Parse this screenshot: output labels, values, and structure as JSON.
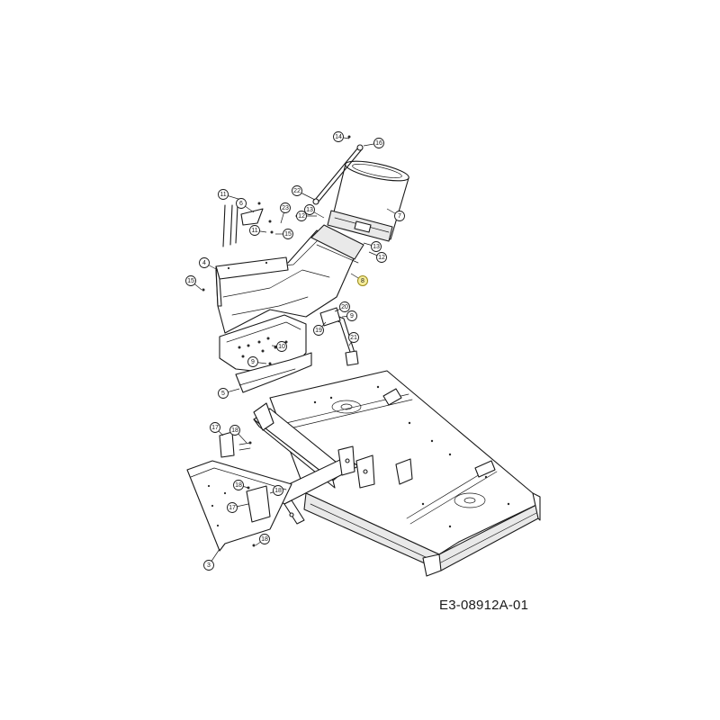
{
  "diagram": {
    "document_code": "E3-08912A-01",
    "callouts": [
      {
        "id": "c14",
        "label": "14"
      },
      {
        "id": "c16",
        "label": "16"
      },
      {
        "id": "c22",
        "label": "22"
      },
      {
        "id": "c7",
        "label": "7"
      },
      {
        "id": "c11",
        "label": "11"
      },
      {
        "id": "c6a",
        "label": "6"
      },
      {
        "id": "c23",
        "label": "23"
      },
      {
        "id": "c12a",
        "label": "12"
      },
      {
        "id": "c13a",
        "label": "13"
      },
      {
        "id": "c11b",
        "label": "11"
      },
      {
        "id": "c15a",
        "label": "15"
      },
      {
        "id": "c13b",
        "label": "13"
      },
      {
        "id": "c12b",
        "label": "12"
      },
      {
        "id": "c4",
        "label": "4"
      },
      {
        "id": "c15b",
        "label": "15"
      },
      {
        "id": "c8",
        "label": "8"
      },
      {
        "id": "c20",
        "label": "20"
      },
      {
        "id": "c9a",
        "label": "9"
      },
      {
        "id": "c19",
        "label": "19"
      },
      {
        "id": "c21",
        "label": "21"
      },
      {
        "id": "c10",
        "label": "10"
      },
      {
        "id": "c9b",
        "label": "9"
      },
      {
        "id": "c5",
        "label": "5"
      },
      {
        "id": "c17a",
        "label": "17"
      },
      {
        "id": "c18a",
        "label": "18"
      },
      {
        "id": "c18b",
        "label": "18"
      },
      {
        "id": "c17b",
        "label": "17"
      },
      {
        "id": "c18c",
        "label": "18"
      },
      {
        "id": "c18d",
        "label": "18"
      },
      {
        "id": "c3",
        "label": "3"
      }
    ]
  }
}
